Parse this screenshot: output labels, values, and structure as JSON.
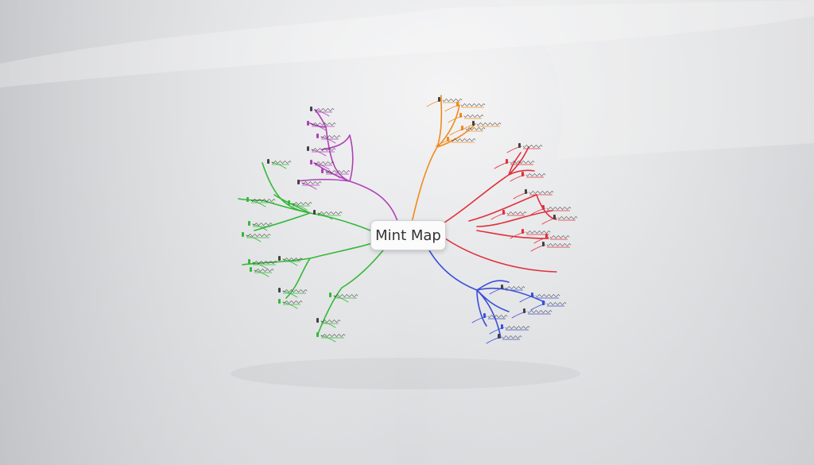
{
  "center": {
    "label": "Mint Map"
  },
  "colors": {
    "purple": "#b040b8",
    "orange": "#f08a1c",
    "red": "#e0303c",
    "blue": "#3a4fd8",
    "green": "#35b83a",
    "background": "#dcdddf"
  },
  "branches": [
    {
      "id": "purple",
      "color": "purple",
      "leaf_count": 7,
      "label_legible": false
    },
    {
      "id": "orange",
      "color": "orange",
      "leaf_count": 6,
      "label_legible": false
    },
    {
      "id": "red",
      "color": "red",
      "leaf_count": 10,
      "label_legible": false
    },
    {
      "id": "blue",
      "color": "blue",
      "leaf_count": 7,
      "label_legible": false
    },
    {
      "id": "green",
      "color": "green",
      "leaf_count": 14,
      "label_legible": false
    }
  ]
}
